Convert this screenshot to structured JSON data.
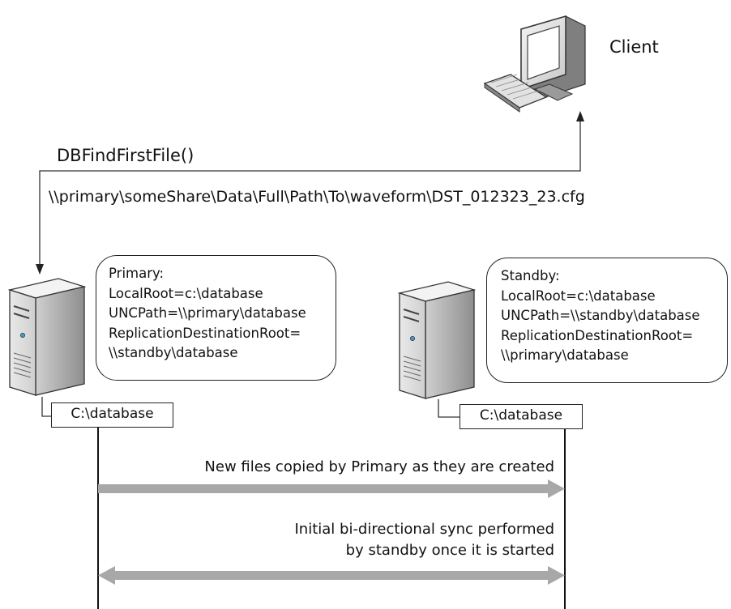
{
  "client": {
    "label": "Client",
    "icon": "desktop-computer-icon"
  },
  "call": {
    "function": "DBFindFirstFile()",
    "path": "\\\\primary\\someShare\\Data\\Full\\Path\\To\\waveform\\DST_012323_23.cfg"
  },
  "primary": {
    "icon": "server-tower-icon",
    "lines": [
      "Primary:",
      "LocalRoot=c:\\database",
      "UNCPath=\\\\primary\\database",
      "ReplicationDestinationRoot=",
      "\\\\standby\\database"
    ],
    "folder": "C:\\database"
  },
  "standby": {
    "icon": "server-tower-icon",
    "lines": [
      "Standby:",
      "LocalRoot=c:\\database",
      "UNCPath=\\\\standby\\database",
      "ReplicationDestinationRoot=",
      "\\\\primary\\database"
    ],
    "folder": "C:\\database"
  },
  "flows": [
    {
      "lines": [
        "New files copied by Primary as they are created"
      ],
      "direction": "primary-to-standby"
    },
    {
      "lines": [
        "Initial bi-directional sync performed",
        "by standby once it is started"
      ],
      "direction": "bidirectional"
    }
  ],
  "colors": {
    "line": "#222222",
    "arrow": "#a6a6a6",
    "server_light": "#ebebeb",
    "server_dark": "#bdbdbd"
  }
}
